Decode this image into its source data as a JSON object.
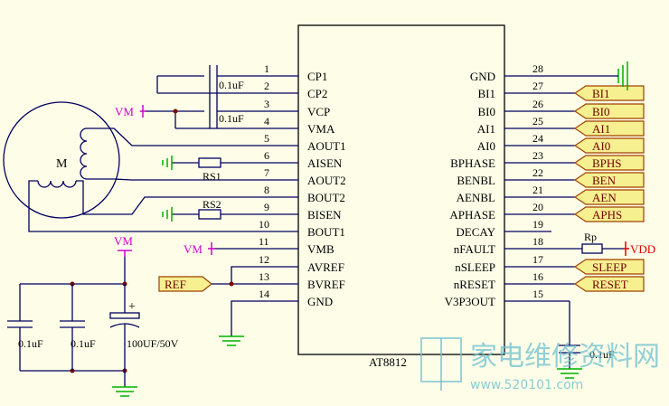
{
  "chip": {
    "name": "AT8812",
    "left_pins": [
      {
        "num": "1",
        "name": "CP1"
      },
      {
        "num": "2",
        "name": "CP2"
      },
      {
        "num": "3",
        "name": "VCP"
      },
      {
        "num": "4",
        "name": "VMA"
      },
      {
        "num": "5",
        "name": "AOUT1"
      },
      {
        "num": "6",
        "name": "AISEN"
      },
      {
        "num": "7",
        "name": "AOUT2"
      },
      {
        "num": "8",
        "name": "BOUT2"
      },
      {
        "num": "9",
        "name": "BISEN"
      },
      {
        "num": "10",
        "name": "BOUT1"
      },
      {
        "num": "11",
        "name": "VMB"
      },
      {
        "num": "12",
        "name": "AVREF"
      },
      {
        "num": "13",
        "name": "BVREF"
      },
      {
        "num": "14",
        "name": "GND"
      }
    ],
    "right_pins": [
      {
        "num": "28",
        "name": "GND"
      },
      {
        "num": "27",
        "name": "BI1"
      },
      {
        "num": "26",
        "name": "BI0"
      },
      {
        "num": "25",
        "name": "AI1"
      },
      {
        "num": "24",
        "name": "AI0"
      },
      {
        "num": "23",
        "name": "BPHASE"
      },
      {
        "num": "22",
        "name": "BENBL"
      },
      {
        "num": "21",
        "name": "AENBL"
      },
      {
        "num": "20",
        "name": "APHASE"
      },
      {
        "num": "19",
        "name": "DECAY"
      },
      {
        "num": "18",
        "name": "nFAULT"
      },
      {
        "num": "17",
        "name": "nSLEEP"
      },
      {
        "num": "16",
        "name": "nRESET"
      },
      {
        "num": "15",
        "name": "V3P3OUT"
      }
    ]
  },
  "net_labels": {
    "right": [
      "BI1",
      "BI0",
      "AI1",
      "AI0",
      "BPHS",
      "BEN",
      "AEN",
      "APHS",
      "",
      "",
      "",
      "SLEEP",
      "RESET",
      ""
    ],
    "ref": "REF"
  },
  "components": {
    "c_cp": "0.1uF",
    "c_vcp": "0.1uF",
    "rs1": "RS1",
    "rs2": "RS2",
    "motor": "M",
    "rp": "Rp",
    "c_out": "0.1uF",
    "c_bulk1": "0.1uF",
    "c_bulk2": "0.1uF",
    "c_bulk3": "100UF/50V",
    "c_bulk3_polarity": "+"
  },
  "power": {
    "vm1": "VM",
    "vm2": "VM",
    "vm3": "VM",
    "vdd": "VDD"
  },
  "watermark": {
    "text": "家电维修资料网",
    "url": "www.520101.com"
  },
  "colors": {
    "background": "#fefee8",
    "wire": "#000060",
    "power_vm": "#d000d0",
    "power_vdd": "#e00000",
    "ground": "#00b000",
    "net_label_fill": "#f6f090"
  }
}
